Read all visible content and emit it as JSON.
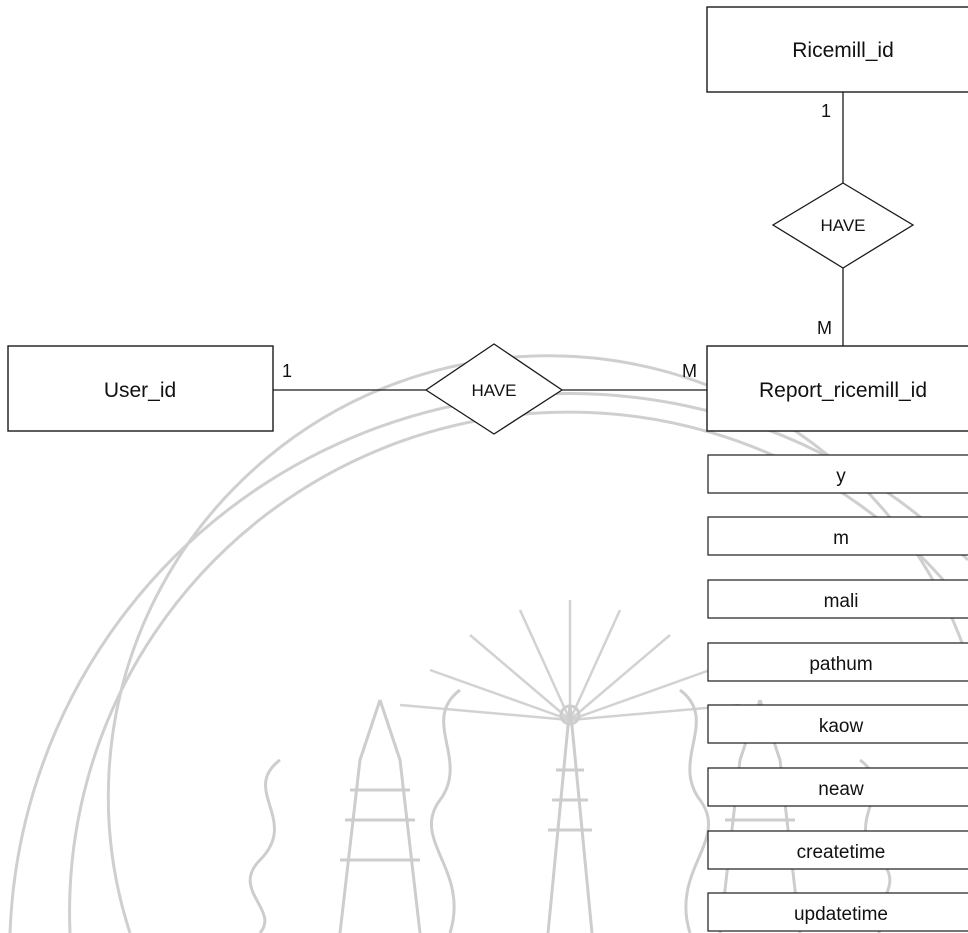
{
  "entities": {
    "ricemill": "Ricemill_id",
    "user": "User_id",
    "report": "Report_ricemill_id"
  },
  "relationships": {
    "ricemill_report": "HAVE",
    "user_report": "HAVE"
  },
  "cardinalities": {
    "ricemill_side": "1",
    "report_side_vertical": "M",
    "user_side": "1",
    "report_side_horizontal": "M"
  },
  "attributes": [
    "y",
    "m",
    "mali",
    "pathum",
    "kaow",
    "neaw",
    "createtime",
    "updatetime"
  ],
  "colors": {
    "line": "#1a1a1a",
    "watermark": "#c9c9c9"
  }
}
